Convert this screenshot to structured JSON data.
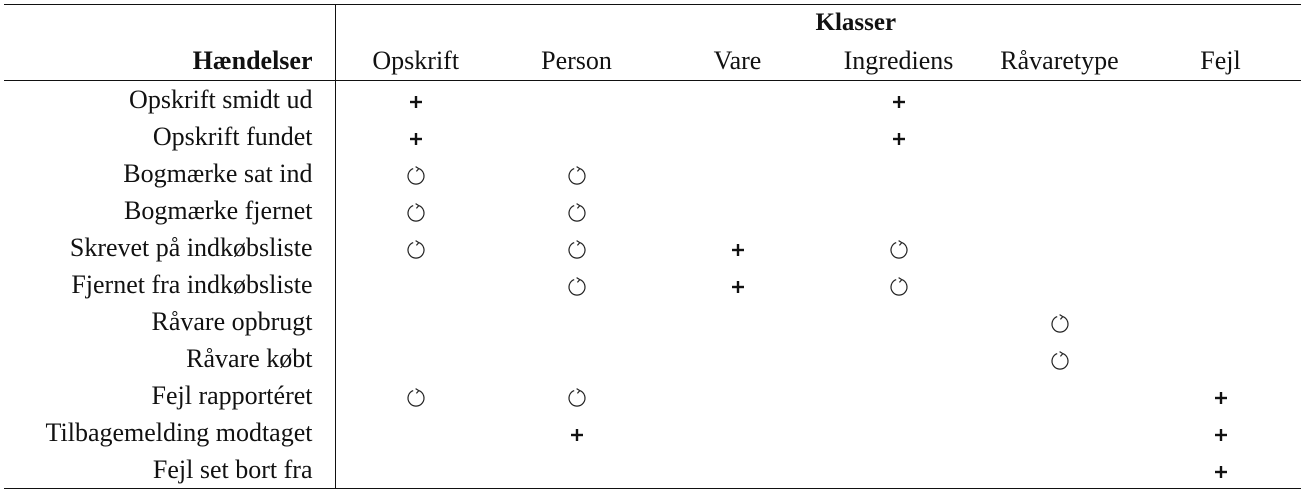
{
  "group_header": "Klasser",
  "events_header": "Hændelser",
  "classes": [
    "Opskrift",
    "Person",
    "Vare",
    "Ingrediens",
    "Råvaretype",
    "Fejl"
  ],
  "legend_symbols": {
    "plus": "plus-icon",
    "iteration": "iteration-circle-icon"
  },
  "rows": [
    {
      "event": "Opskrift smidt ud",
      "marks": [
        "+",
        "",
        "",
        "+",
        "",
        ""
      ]
    },
    {
      "event": "Opskrift fundet",
      "marks": [
        "+",
        "",
        "",
        "+",
        "",
        ""
      ]
    },
    {
      "event": "Bogmærke sat ind",
      "marks": [
        "o",
        "o",
        "",
        "",
        "",
        ""
      ]
    },
    {
      "event": "Bogmærke fjernet",
      "marks": [
        "o",
        "o",
        "",
        "",
        "",
        ""
      ]
    },
    {
      "event": "Skrevet på indkøbsliste",
      "marks": [
        "o",
        "o",
        "+",
        "o",
        "",
        ""
      ]
    },
    {
      "event": "Fjernet fra indkøbsliste",
      "marks": [
        "",
        "o",
        "+",
        "o",
        "",
        ""
      ]
    },
    {
      "event": "Råvare opbrugt",
      "marks": [
        "",
        "",
        "",
        "",
        "o",
        ""
      ]
    },
    {
      "event": "Råvare købt",
      "marks": [
        "",
        "",
        "",
        "",
        "o",
        ""
      ]
    },
    {
      "event": "Fejl rapportéret",
      "marks": [
        "o",
        "o",
        "",
        "",
        "",
        "+"
      ]
    },
    {
      "event": "Tilbagemelding modtaget",
      "marks": [
        "",
        "+",
        "",
        "",
        "",
        "+"
      ]
    },
    {
      "event": "Fejl set bort fra",
      "marks": [
        "",
        "",
        "",
        "",
        "",
        "+"
      ]
    }
  ]
}
